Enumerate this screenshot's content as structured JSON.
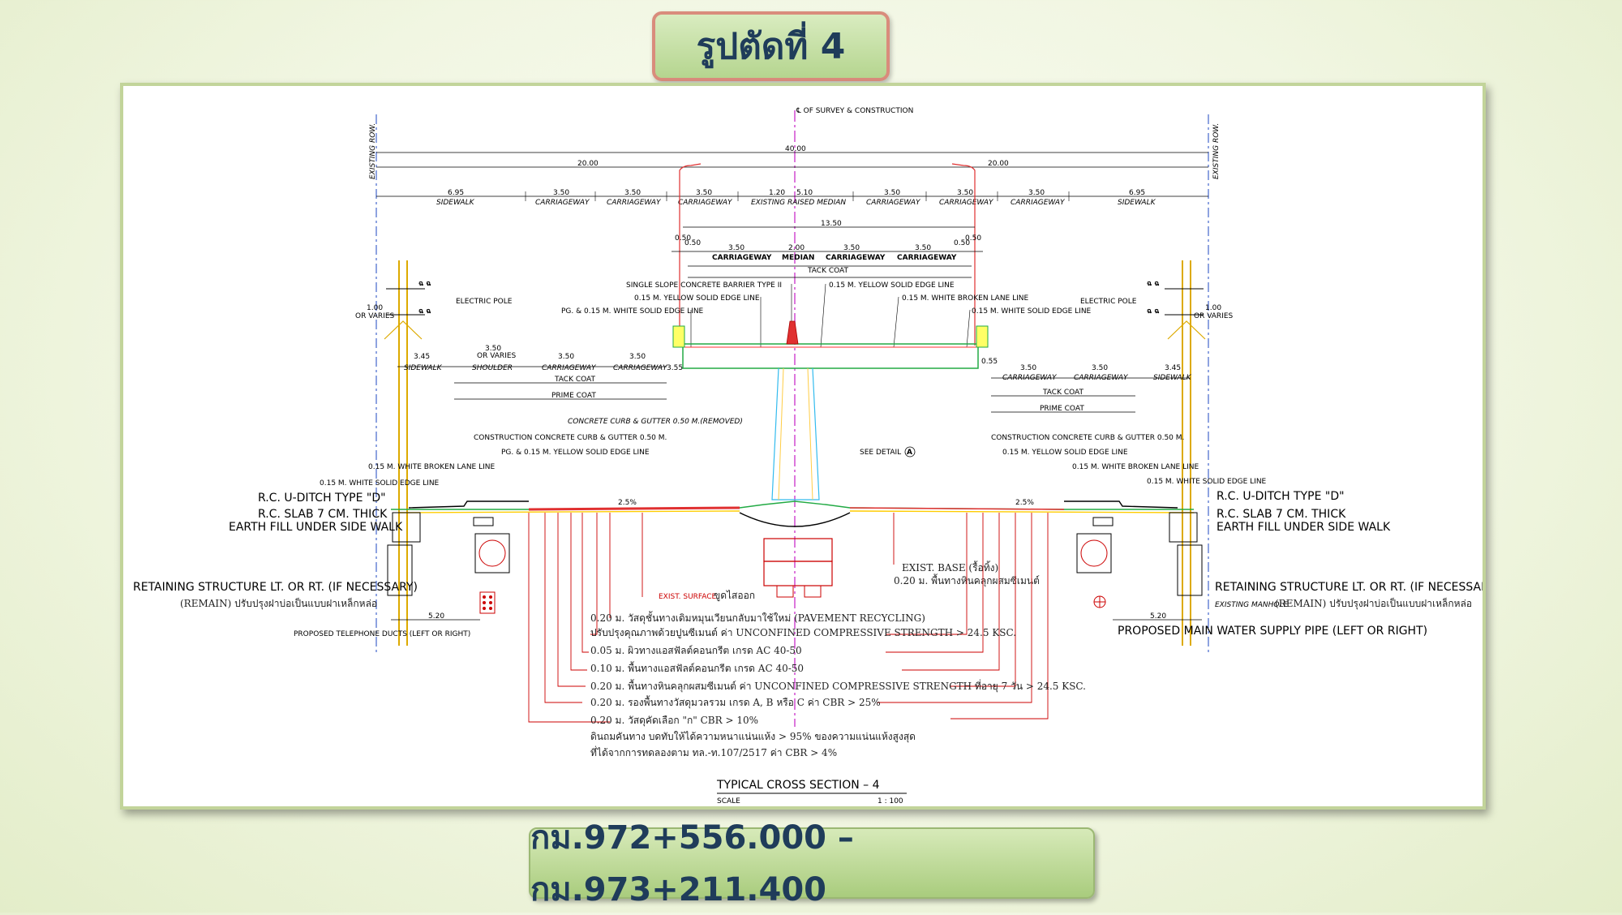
{
  "slide": {
    "title": "รูปตัดที่  4",
    "subtitle": "กม.972+556.000 – กม.973+211.400"
  },
  "drawing": {
    "centerline": "℄ OF SURVEY & CONSTRUCTION",
    "existing_row_left": "EXISTING ROW.",
    "existing_row_right": "EXISTING ROW.",
    "dim_total": "40.00",
    "dim_half_left": "20.00",
    "dim_half_right": "20.00",
    "top_segments": [
      {
        "value": "6.95",
        "label": "SIDEWALK"
      },
      {
        "value": "3.50",
        "label": "CARRIAGEWAY"
      },
      {
        "value": "3.50",
        "label": "CARRIAGEWAY"
      },
      {
        "value": "3.50",
        "label": "CARRIAGEWAY"
      },
      {
        "value": "1.20",
        "label": "EXISTING RAISED MEDIAN"
      },
      {
        "value": "5.10",
        "label": ""
      },
      {
        "value": "3.50",
        "label": "CARRIAGEWAY"
      },
      {
        "value": "3.50",
        "label": "CARRIAGEWAY"
      },
      {
        "value": "3.50",
        "label": "CARRIAGEWAY"
      },
      {
        "value": "6.95",
        "label": "SIDEWALK"
      }
    ],
    "bridge_dim": "13.50",
    "bridge_edge_left_1": "0.50",
    "bridge_edge_left_2": "0.50",
    "bridge_edge_right_1": "0.50",
    "bridge_edge_right_2": "0.50",
    "bridge_segments": [
      {
        "value": "3.50",
        "label": "CARRIAGEWAY"
      },
      {
        "value": "2.00",
        "label": "MEDIAN"
      },
      {
        "value": "3.50",
        "label": "CARRIAGEWAY"
      },
      {
        "value": "3.50",
        "label": "CARRIAGEWAY"
      }
    ],
    "bridge_tack": "TACK COAT",
    "notes_bridge": {
      "barrier": "SINGLE SLOPE CONCRETE BARRIER TYPE II",
      "yellow_left": "0.15 M. YELLOW SOLID EDGE LINE",
      "white_left": "PG. & 0.15 M. WHITE SOLID EDGE LINE",
      "yellow_right": "0.15 M. YELLOW SOLID EDGE LINE",
      "broken_right": "0.15 M. WHITE BROKEN LANE LINE",
      "white_right": "0.15 M. WHITE SOLID EDGE LINE"
    },
    "electric_pole_left": "ELECTRIC POLE",
    "electric_pole_right": "ELECTRIC POLE",
    "pole_offset_left_1": "1.00",
    "pole_offset_left_2": "OR VARIES",
    "pole_offset_right_1": "1.00",
    "pole_offset_right_2": "OR VARIES",
    "left_segments": [
      {
        "value": "3.45",
        "label": "SIDEWALK"
      },
      {
        "value": "3.50",
        "label": "SHOULDER",
        "extra": "OR VARIES"
      },
      {
        "value": "3.50",
        "label": "CARRIAGEWAY"
      },
      {
        "value": "3.50",
        "label": "CARRIAGEWAY"
      }
    ],
    "right_segments": [
      {
        "value": "3.50",
        "label": "CARRIAGEWAY"
      },
      {
        "value": "3.50",
        "label": "CARRIAGEWAY"
      },
      {
        "value": "3.45",
        "label": "SIDEWALK"
      }
    ],
    "tack_coat": "TACK COAT",
    "prime_coat": "PRIME COAT",
    "slope_left": "3.55",
    "slope_right": "0.55",
    "curb_removed": "CONCRETE CURB & GUTTER 0.50 M.(REMOVED)",
    "curb_left": "CONSTRUCTION CONCRETE CURB & GUTTER 0.50 M.",
    "curb_right": "CONSTRUCTION CONCRETE CURB & GUTTER 0.50 M.",
    "pg_yellow_left": "PG. & 0.15 M. YELLOW SOLID EDGE LINE",
    "yellow_right": "0.15 M. YELLOW SOLID EDGE LINE",
    "see_detail": "SEE DETAIL",
    "detail_mark": "A",
    "broken_left": "0.15 M. WHITE BROKEN LANE LINE",
    "broken_right": "0.15 M. WHITE BROKEN LANE LINE",
    "white_left": "0.15 M. WHITE SOLID EDGE LINE",
    "white_right": "0.15 M. WHITE SOLID EDGE LINE",
    "uditch_left": "R.C. U-DITCH TYPE \"D\"",
    "uditch_right": "R.C. U-DITCH TYPE \"D\"",
    "slab_left": "R.C. SLAB 7 CM. THICK",
    "slab_right": "R.C. SLAB 7 CM. THICK",
    "earth_left": "EARTH FILL UNDER SIDE WALK",
    "earth_right": "EARTH FILL UNDER SIDE WALK",
    "grade_left": "2.5%",
    "grade_right": "2.5%",
    "retaining_left": "RETAINING STRUCTURE LT. OR RT. (IF NECESSARY)",
    "retaining_right": "RETAINING STRUCTURE LT. OR RT. (IF NECESSARY)",
    "remain_left": "(REMAIN) ปรับปรุงฝาบ่อเป็นแบบฝาเหล็กหล่อ",
    "manhole_right": "EXISTING MANHOLE",
    "remain_right": "(REMAIN) ปรับปรุงฝาบ่อเป็นแบบฝาเหล็กหล่อ",
    "dim_520_left": "5.20",
    "dim_520_right": "5.20",
    "telephone": "PROPOSED TELEPHONE DUCTS (LEFT OR RIGHT)",
    "water": "PROPOSED MAIN WATER SUPPLY PIPE (LEFT OR RIGHT)",
    "exist_surface": "EXIST. SURFACE",
    "exist_surface_th": "ขูดไสออก",
    "exist_base": "EXIST. BASE (รื้อทิ้ง)",
    "exist_base_th": "0.20 ม. พื้นทางหินคลุกผสมซีเมนต์",
    "layers": [
      "0.20 ม. วัสดุชั้นทางเดิมหมุนเวียนกลับมาใช้ใหม่ (PAVEMENT RECYCLING)",
      "ปรับปรุงคุณภาพด้วยปูนซีเมนต์ ค่า UNCONFINED COMPRESSIVE STRENGTH > 24.5 KSC.",
      "0.05 ม. ผิวทางแอสฟัลต์คอนกรีต เกรด AC 40-50",
      "0.10 ม. พื้นทางแอสฟัลต์คอนกรีต เกรด AC 40-50",
      "0.20 ม. พื้นทางหินคลุกผสมซีเมนต์ ค่า UNCONFINED COMPRESSIVE STRENGTH ที่อายุ 7 วัน > 24.5 KSC.",
      "0.20 ม. รองพื้นทางวัสดุมวลรวม เกรด A, B หรือ C ค่า CBR > 25%",
      "0.20 ม. วัสดุคัดเลือก \"ก\" CBR > 10%",
      "ดินถมคันทาง บดทับให้ได้ความหนาแน่นแห้ง > 95% ของความแน่นแห้งสูงสุด",
      "ที่ได้จากการทดลองตาม ทล.-ท.107/2517 ค่า CBR > 4%"
    ],
    "caption": "TYPICAL CROSS SECTION – 4",
    "scale_label": "SCALE",
    "scale_value": "1 : 100"
  }
}
